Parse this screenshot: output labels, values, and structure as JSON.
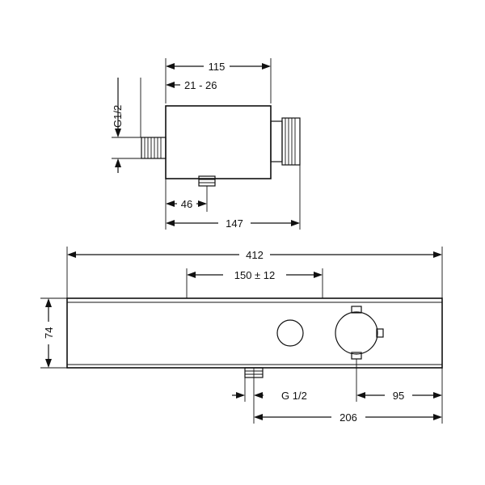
{
  "dimensions": {
    "top_width_115": "115",
    "top_depth_range": "21 - 26",
    "top_thread_label": "G1/2",
    "top_outlet_46": "46",
    "top_depth_147": "147",
    "front_width_412": "412",
    "front_center_distance": "150 ± 12",
    "front_height_74": "74",
    "front_outlet_thread": "G 1/2",
    "front_right_95": "95",
    "front_right_206": "206"
  }
}
